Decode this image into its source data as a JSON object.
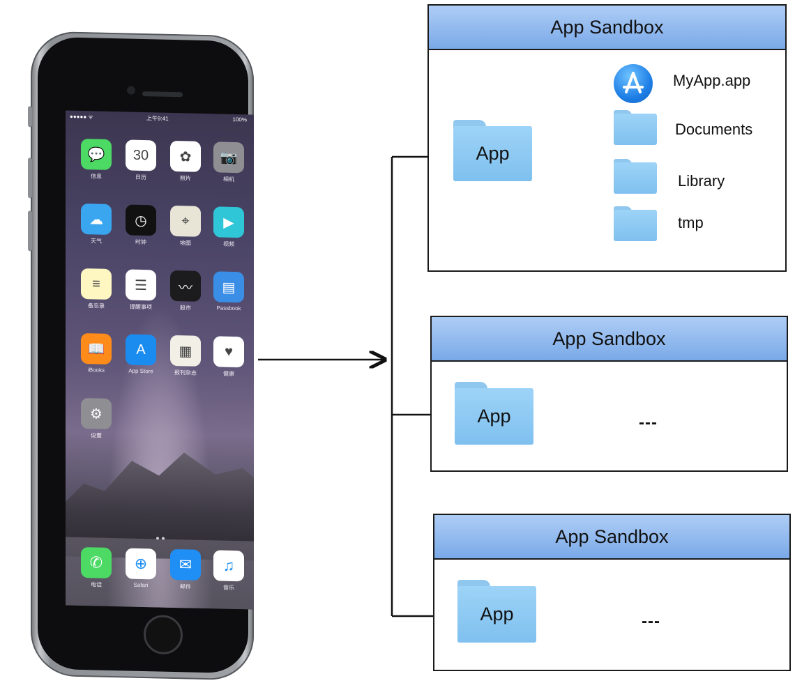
{
  "phone": {
    "status_left": "●●●●● ᯤ",
    "status_time": "上午9:41",
    "status_battery": "100%",
    "home_apps": [
      {
        "label": "信息",
        "color": "#4cd964",
        "glyph": "💬"
      },
      {
        "label": "日历",
        "color": "#ffffff",
        "glyph": "30"
      },
      {
        "label": "照片",
        "color": "#ffffff",
        "glyph": "✿"
      },
      {
        "label": "相机",
        "color": "#8e8e93",
        "glyph": "📷"
      },
      {
        "label": "天气",
        "color": "#3aa6f0",
        "glyph": "☁"
      },
      {
        "label": "时钟",
        "color": "#111111",
        "glyph": "◷"
      },
      {
        "label": "地图",
        "color": "#e8e4d6",
        "glyph": "⌖"
      },
      {
        "label": "视频",
        "color": "#2fc6d8",
        "glyph": "▶"
      },
      {
        "label": "备忘录",
        "color": "#fff7c2",
        "glyph": "≡"
      },
      {
        "label": "提醒事项",
        "color": "#ffffff",
        "glyph": "☰"
      },
      {
        "label": "股市",
        "color": "#1c1c1e",
        "glyph": "〰"
      },
      {
        "label": "Passbook",
        "color": "#3a8ee6",
        "glyph": "▤"
      },
      {
        "label": "iBooks",
        "color": "#ff8c1a",
        "glyph": "📖"
      },
      {
        "label": "App Store",
        "color": "#1a8cf0",
        "glyph": "A"
      },
      {
        "label": "报刊杂志",
        "color": "#f2efe6",
        "glyph": "▦"
      },
      {
        "label": "健康",
        "color": "#ffffff",
        "glyph": "♥"
      },
      {
        "label": "设置",
        "color": "#8e8e93",
        "glyph": "⚙"
      }
    ],
    "dock_apps": [
      {
        "label": "电话",
        "color": "#4cd964",
        "glyph": "✆"
      },
      {
        "label": "Safari",
        "color": "#ffffff",
        "glyph": "⊕"
      },
      {
        "label": "邮件",
        "color": "#1f8ef5",
        "glyph": "✉"
      },
      {
        "label": "音乐",
        "color": "#ffffff",
        "glyph": "♫"
      }
    ]
  },
  "diagram": {
    "sandboxes": [
      {
        "title": "App Sandbox",
        "folder_label": "App"
      },
      {
        "title": "App Sandbox",
        "folder_label": "App",
        "trailing": "---"
      },
      {
        "title": "App Sandbox",
        "folder_label": "App",
        "trailing": "---"
      }
    ],
    "contents": [
      "MyApp.app",
      "Documents",
      "Library",
      "tmp"
    ]
  }
}
